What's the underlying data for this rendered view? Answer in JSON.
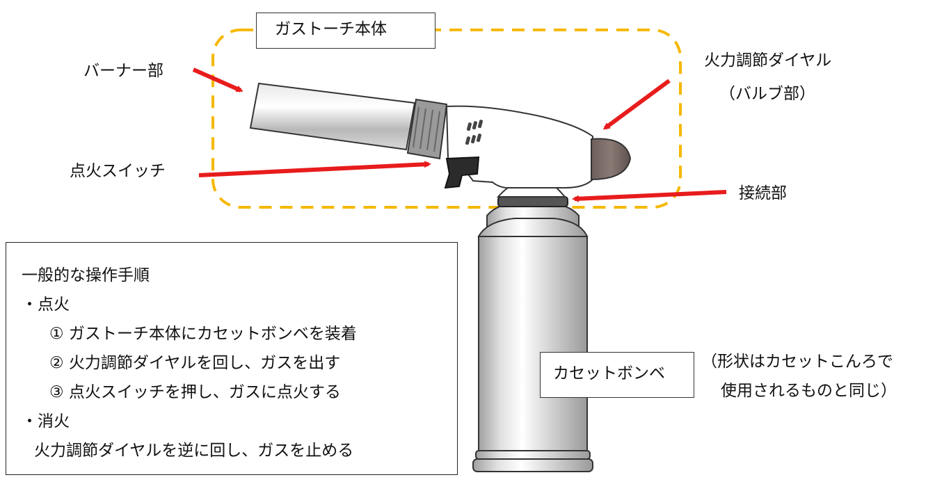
{
  "labels": {
    "torch_body": "ガストーチ本体",
    "burner": "バーナー部",
    "ignition_switch": "点火スイッチ",
    "dial_line1": "火力調節ダイヤル",
    "dial_line2": "（バルブ部）",
    "connection": "接続部",
    "cassette": "カセットボンベ",
    "shape_note_line1": "（形状はカセットこんろで",
    "shape_note_line2": "使用されるものと同じ）"
  },
  "procedure": {
    "title": "一般的な操作手順",
    "ignite_heading": "・点火",
    "ignite_steps": [
      "①  ガストーチ本体にカセットボンベを装着",
      "②  火力調節ダイヤルを回し、ガスを出す",
      "③  点火スイッチを押し、ガスに点火する"
    ],
    "extinguish_heading": "・消火",
    "extinguish_step": "火力調節ダイヤルを逆に回し、ガスを止める"
  },
  "colors": {
    "dashed_outline": "#f5b800",
    "arrow": "#e81c1c",
    "metal": "#c8c8c8",
    "dial": "#7a6a66",
    "grip": "#2b2b2b"
  }
}
